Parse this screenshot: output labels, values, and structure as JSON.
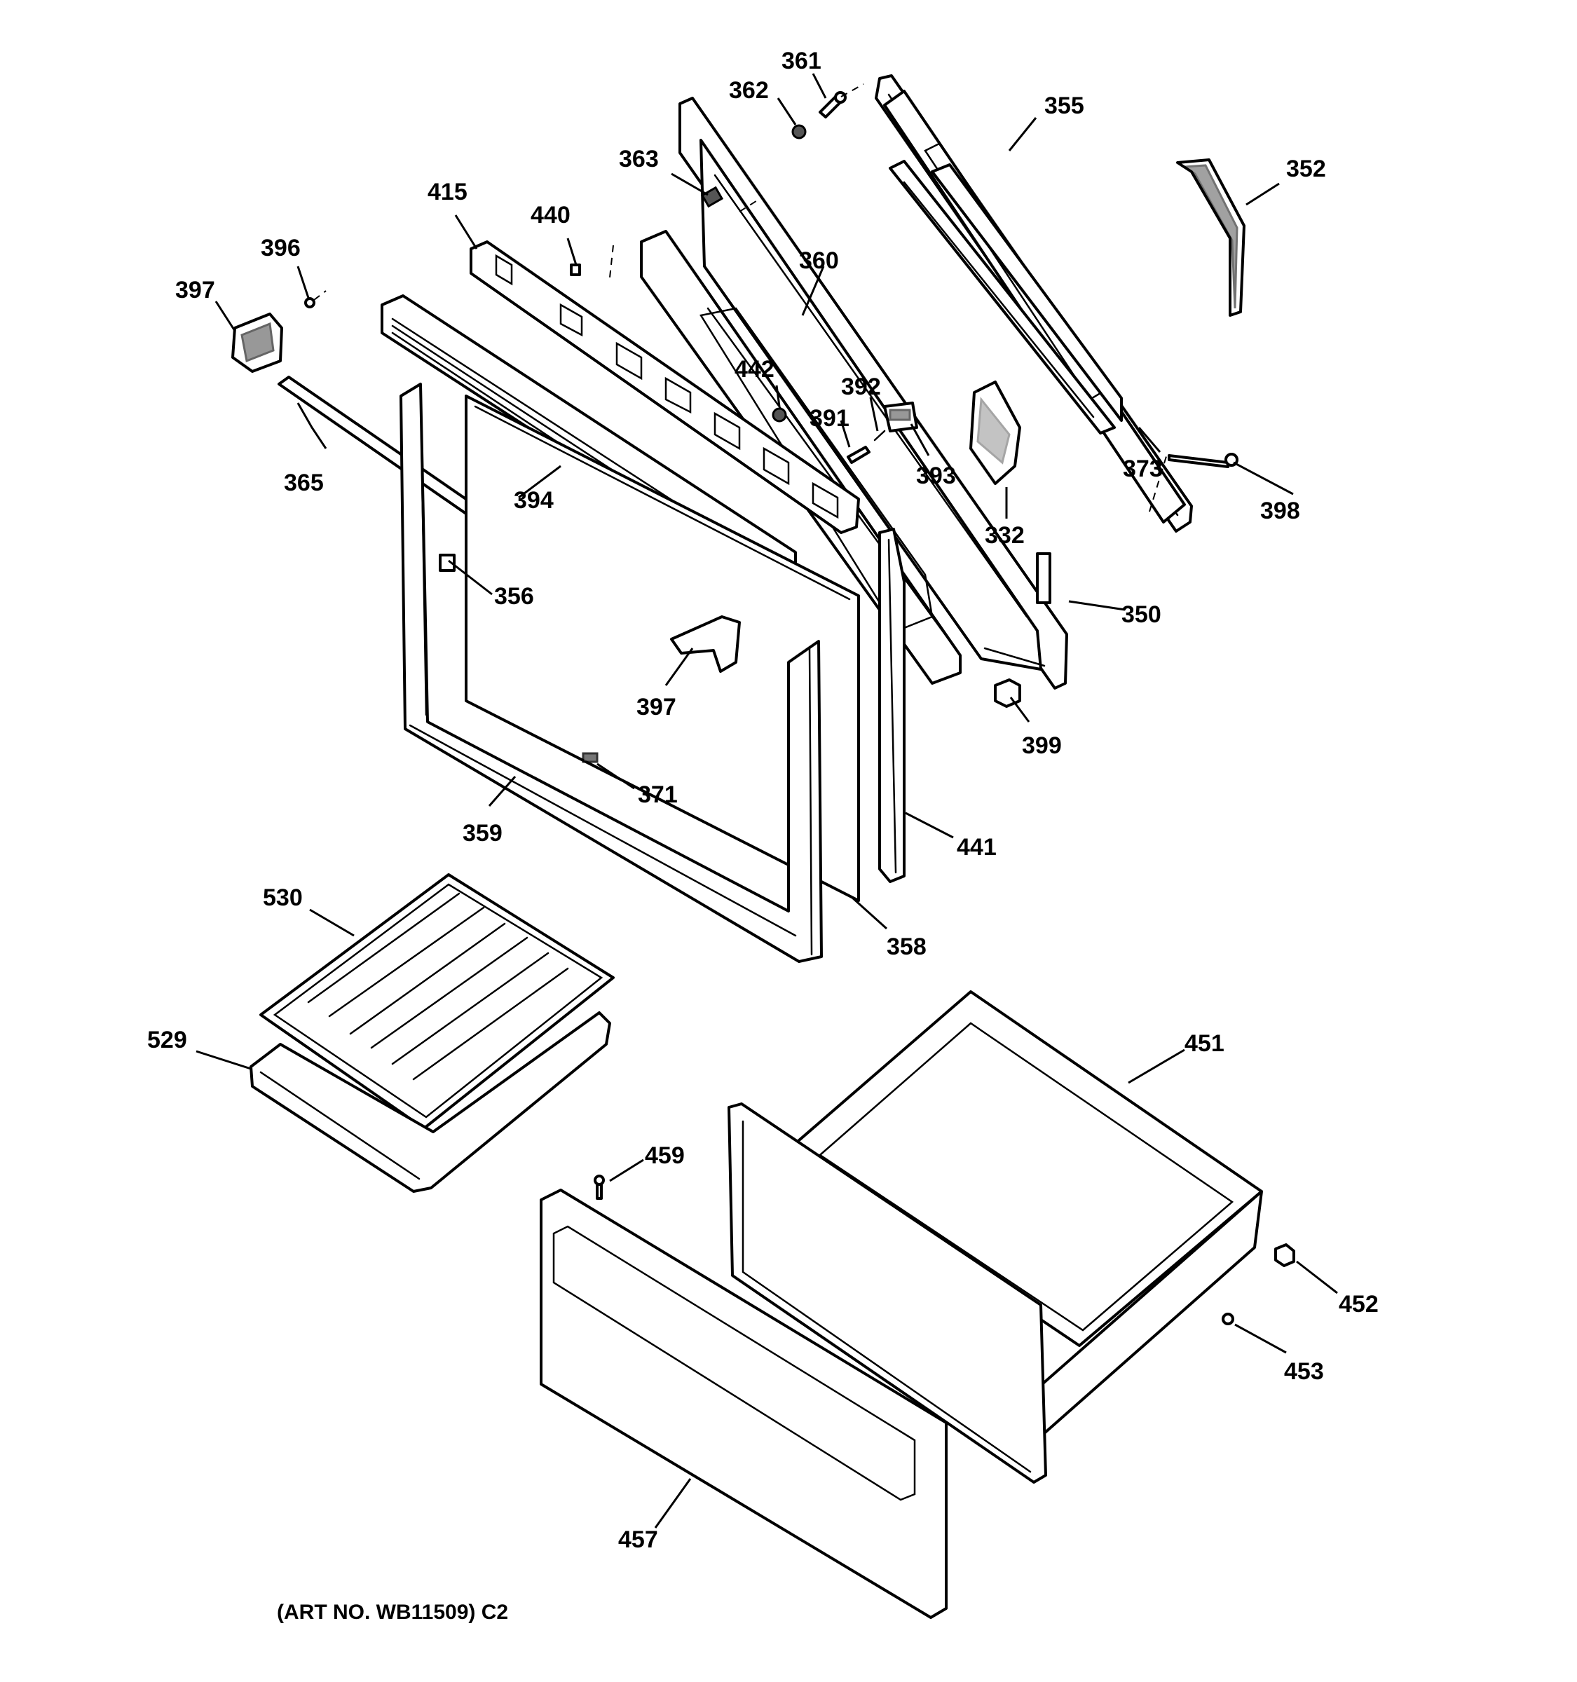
{
  "diagram": {
    "footer": "(ART NO. WB11509) C2",
    "callouts": {
      "p361": "361",
      "p362": "362",
      "p355": "355",
      "p352": "352",
      "p363": "363",
      "p415": "415",
      "p440": "440",
      "p396": "396",
      "p397a": "397",
      "p360": "360",
      "p442": "442",
      "p392": "392",
      "p391": "391",
      "p393": "393",
      "p365": "365",
      "p394": "394",
      "p373": "373",
      "p398": "398",
      "p332": "332",
      "p356": "356",
      "p350": "350",
      "p397b": "397",
      "p399": "399",
      "p371": "371",
      "p359": "359",
      "p441": "441",
      "p358": "358",
      "p530": "530",
      "p451": "451",
      "p529": "529",
      "p459": "459",
      "p452": "452",
      "p453": "453",
      "p457": "457"
    }
  }
}
